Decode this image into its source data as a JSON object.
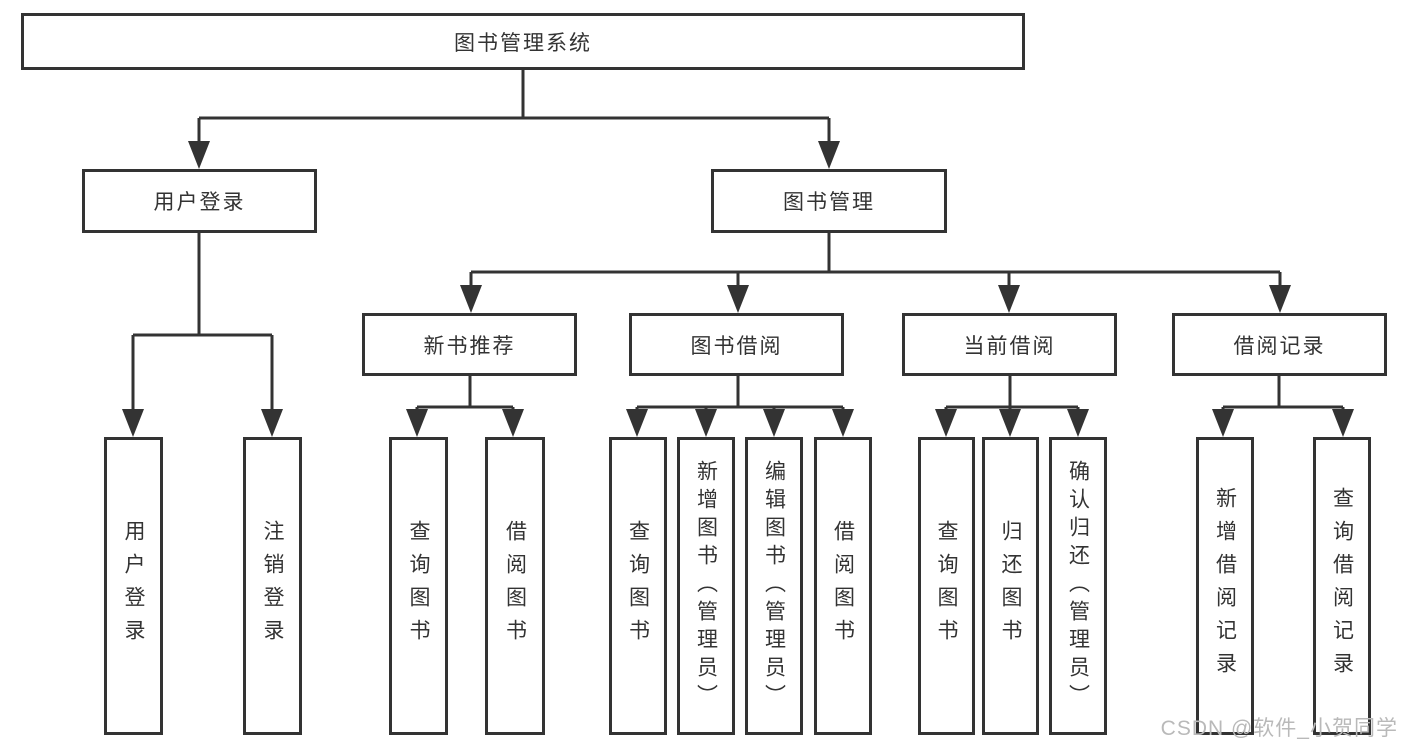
{
  "page": {
    "watermark": "CSDN @软件_小贺同学",
    "colors": {
      "line": "#333333",
      "text": "#333333",
      "box_border": "#333333",
      "box_fill": "#ffffff",
      "watermark": "#b9b9b9",
      "background": "#ffffff"
    }
  },
  "tree": {
    "label": "图书管理系统",
    "children": [
      {
        "label": "用户登录",
        "children": [
          {
            "label": "用户登录"
          },
          {
            "label": "注销登录"
          }
        ]
      },
      {
        "label": "图书管理",
        "children": [
          {
            "label": "新书推荐",
            "children": [
              {
                "label": "查询图书"
              },
              {
                "label": "借阅图书"
              }
            ]
          },
          {
            "label": "图书借阅",
            "children": [
              {
                "label": "查询图书"
              },
              {
                "label": "新增图书（管理员）"
              },
              {
                "label": "编辑图书（管理员）"
              },
              {
                "label": "借阅图书"
              }
            ]
          },
          {
            "label": "当前借阅",
            "children": [
              {
                "label": "查询图书"
              },
              {
                "label": "归还图书"
              },
              {
                "label": "确认归还（管理员）"
              }
            ]
          },
          {
            "label": "借阅记录",
            "children": [
              {
                "label": "新增借阅记录"
              },
              {
                "label": "查询借阅记录"
              }
            ]
          }
        ]
      }
    ]
  }
}
